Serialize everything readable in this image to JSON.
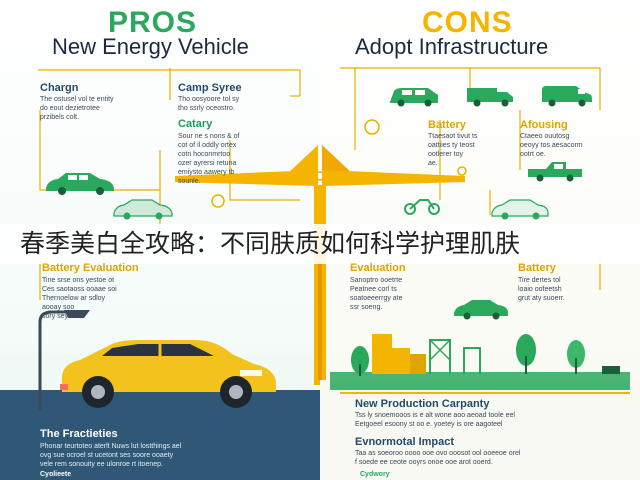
{
  "header": {
    "pros_title": "PROS",
    "pros_subtitle": "New Energy Vehicle",
    "cons_title": "CONS",
    "cons_subtitle": "Adopt Infrastructure"
  },
  "left": {
    "charging": {
      "title": "Chargn",
      "text": [
        "The ostusel vol te entity",
        "do eout dezietrotee",
        "przibels colt."
      ]
    },
    "camp": {
      "title": "Camp Syree",
      "text": [
        "Tho oosyoore tol sy",
        "tho ssrly oceostro."
      ]
    },
    "catary": {
      "title": "Catary",
      "text": [
        "Sour ne s nons & of",
        "cot of il oddly ortex",
        "cotn hoconmrtoo",
        "ozer ayrersi retuna",
        "emiysto aawery tb",
        "sounle."
      ]
    },
    "evaluation": {
      "title": "Battery Evaluation",
      "text": [
        "Tine srse ons yestoe ot",
        "Ces saotaoss ooaae soi",
        "Thernoelow ar sdloy",
        "aooay soo",
        "sory sey."
      ]
    },
    "bottom": {
      "title": "The Fractieties",
      "text": [
        "Phonar teurtoteo aterlt Nuws lut lostthings ael",
        "ovg sue ocroel st ucetont ses soore ooaety",
        "vele rem sonouity ee ulonroe rt itoenep."
      ],
      "brand": "Cyolieete"
    }
  },
  "right": {
    "battery": {
      "title": "Battery",
      "text": [
        "Ttaesaot tivut ts",
        "oattiies ty teost",
        "ootlerer toy",
        "ae."
      ]
    },
    "afusing": {
      "title": "Afousing",
      "text": [
        "Ctaeeo ouutosg",
        "oeoyy tos aesacorm",
        "ootrt oe."
      ]
    },
    "evaluation": {
      "title": "Evaluation",
      "text": [
        "Sanoptro ooetrte",
        "Peatnee corl ts",
        "soatoeeerrgy ate",
        "ssr soeng."
      ]
    },
    "battery2": {
      "title": "Battery",
      "text": [
        "Tire dertes tol",
        "loaio oofeetsh",
        "grut aty suoerr."
      ]
    },
    "production": {
      "title": "New Production Carpanty",
      "text": [
        "Tss ly snoemooos is e alt wone aoo aeoad toole eel",
        "Eetgoeel esoony st oo e. yoetey is ore aagoteel"
      ]
    },
    "impact": {
      "title": "Evnormotal Impact",
      "text": [
        "Taa as soeoroo oooo ooe ovo ooosot ool ooeeoe orel",
        "f soede ee ceote ooyrs onoe ooe arot ooerd."
      ],
      "brand": "Cydwory"
    }
  },
  "overlay_caption": "春季美白全攻略：不同肤质如何科学护理肌肤",
  "colors": {
    "green": "#2aa85c",
    "yellow": "#f4b400",
    "navy": "#2f5877"
  }
}
